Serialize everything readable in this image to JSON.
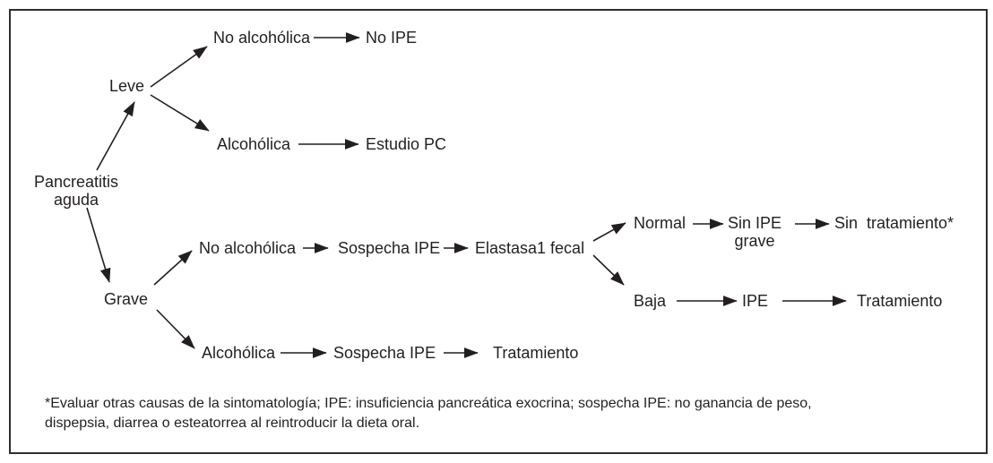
{
  "figure": {
    "type": "decision-tree-flowchart",
    "language": "es",
    "colors": {
      "ink": "#231f20",
      "background": "#ffffff",
      "border": "#2e2e2e"
    }
  },
  "diagram": {
    "nodes": {
      "root": "Pancreatitis\naguda",
      "leve": "Leve",
      "grave": "Grave",
      "leve_no_alcoholica": "No alcohólica",
      "leve_no_ipe": "No IPE",
      "leve_alcoholica": "Alcohólica",
      "leve_estudio_pc": "Estudio PC",
      "grave_no_alcoholica": "No alcohólica",
      "grave_sospecha_ipe": "Sospecha IPE",
      "elastasa1_fecal": "Elastasa1 fecal",
      "normal": "Normal",
      "sin_ipe_grave": "Sin IPE\ngrave",
      "sin_tratamiento": "Sin  tratamiento*",
      "baja": "Baja",
      "ipe": "IPE",
      "tratamiento_baja": "Tratamiento",
      "grave_alcoholica": "Alcohólica",
      "alcoholica_sospecha_ipe": "Sospecha IPE",
      "tratamiento_alcoholica": "Tratamiento"
    },
    "edges": [
      [
        "root",
        "leve"
      ],
      [
        "root",
        "grave"
      ],
      [
        "leve",
        "leve_no_alcoholica"
      ],
      [
        "leve_no_alcoholica",
        "leve_no_ipe"
      ],
      [
        "leve",
        "leve_alcoholica"
      ],
      [
        "leve_alcoholica",
        "leve_estudio_pc"
      ],
      [
        "grave",
        "grave_no_alcoholica"
      ],
      [
        "grave_no_alcoholica",
        "grave_sospecha_ipe"
      ],
      [
        "grave_sospecha_ipe",
        "elastasa1_fecal"
      ],
      [
        "elastasa1_fecal",
        "normal"
      ],
      [
        "normal",
        "sin_ipe_grave"
      ],
      [
        "sin_ipe_grave",
        "sin_tratamiento"
      ],
      [
        "elastasa1_fecal",
        "baja"
      ],
      [
        "baja",
        "ipe"
      ],
      [
        "ipe",
        "tratamiento_baja"
      ],
      [
        "grave",
        "grave_alcoholica"
      ],
      [
        "grave_alcoholica",
        "alcoholica_sospecha_ipe"
      ],
      [
        "alcoholica_sospecha_ipe",
        "tratamiento_alcoholica"
      ]
    ],
    "footnote": "*Evaluar otras causas de la sintomatología; IPE: insuficiencia pancreática exocrina; sospecha IPE: no ganancia de peso,\ndispepsia, diarrea o esteatorrea al reintroducir la dieta oral."
  }
}
